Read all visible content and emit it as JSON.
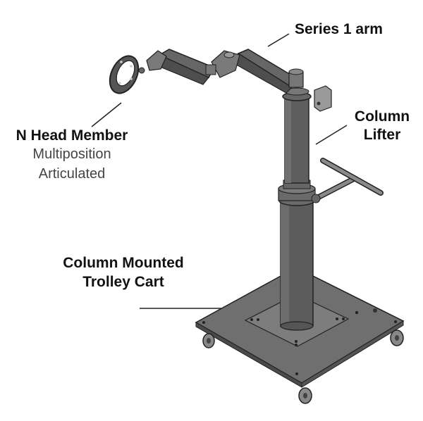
{
  "diagram": {
    "subject": "Column mounted trolley cart with articulated arm",
    "colors": {
      "metal_dark": "#5a5a5a",
      "metal_mid": "#7a7a7a",
      "metal_light": "#a6a6a6",
      "outline": "#222222",
      "leader_line": "#222222",
      "background": "#ffffff"
    },
    "labels": {
      "series_arm": "Series 1 arm",
      "head_member_title": "N Head Member",
      "head_member_line1": "Multiposition",
      "head_member_line2": "Articulated",
      "column_lifter_line1": "Column",
      "column_lifter_line2": "Lifter",
      "trolley_line1": "Column Mounted",
      "trolley_line2": "Trolley Cart"
    }
  }
}
